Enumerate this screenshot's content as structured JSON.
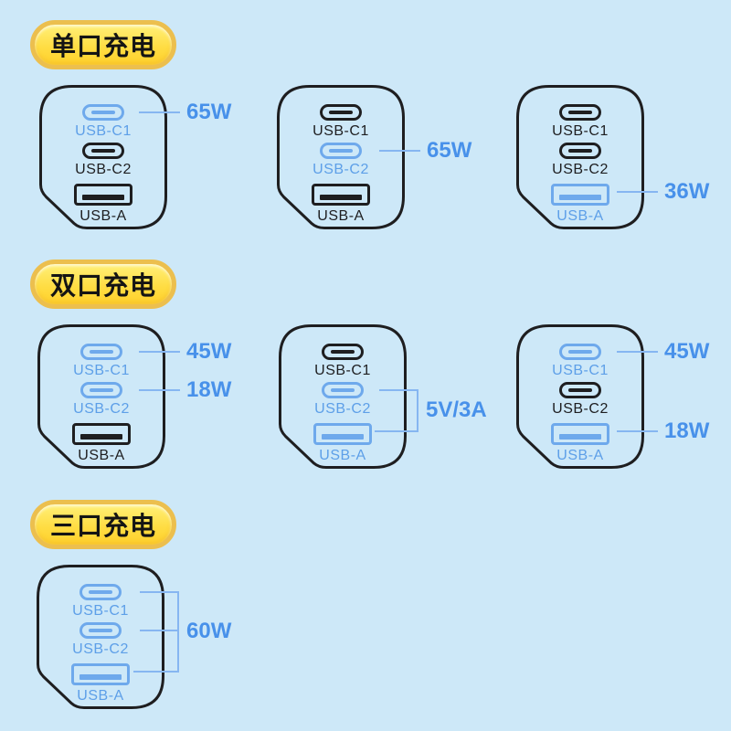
{
  "colors": {
    "background": "#cde8f8",
    "port_inactive": "#1e1e20",
    "port_active": "#6ea9ec",
    "active_label_blue": "#5d9fe8",
    "power_text_blue": "#4891ea",
    "callout_line_blue": "#86b6f1",
    "badge_border_gold": "#ecbf4e",
    "badge_fill_yellow": "#ffd733",
    "badge_text": "#141414",
    "charger_outline": "#1e1e20"
  },
  "sections": [
    {
      "badge_label": "单口充电",
      "chargers": [
        {
          "ports": [
            {
              "type": "usb-c",
              "label": "USB-C1",
              "highlighted": true,
              "power": "65W"
            },
            {
              "type": "usb-c",
              "label": "USB-C2",
              "highlighted": false
            },
            {
              "type": "usb-a",
              "label": "USB-A",
              "highlighted": false
            }
          ]
        },
        {
          "ports": [
            {
              "type": "usb-c",
              "label": "USB-C1",
              "highlighted": false
            },
            {
              "type": "usb-c",
              "label": "USB-C2",
              "highlighted": true,
              "power": "65W"
            },
            {
              "type": "usb-a",
              "label": "USB-A",
              "highlighted": false
            }
          ]
        },
        {
          "ports": [
            {
              "type": "usb-c",
              "label": "USB-C1",
              "highlighted": false
            },
            {
              "type": "usb-c",
              "label": "USB-C2",
              "highlighted": false
            },
            {
              "type": "usb-a",
              "label": "USB-A",
              "highlighted": true,
              "power": "36W"
            }
          ]
        }
      ]
    },
    {
      "badge_label": "双口充电",
      "chargers": [
        {
          "ports": [
            {
              "type": "usb-c",
              "label": "USB-C1",
              "highlighted": true,
              "power": "45W"
            },
            {
              "type": "usb-c",
              "label": "USB-C2",
              "highlighted": true,
              "power": "18W"
            },
            {
              "type": "usb-a",
              "label": "USB-A",
              "highlighted": false
            }
          ]
        },
        {
          "ports": [
            {
              "type": "usb-c",
              "label": "USB-C1",
              "highlighted": false
            },
            {
              "type": "usb-c",
              "label": "USB-C2",
              "highlighted": true
            },
            {
              "type": "usb-a",
              "label": "USB-A",
              "highlighted": true
            }
          ],
          "group_callout": {
            "label": "5V/3A",
            "applies_to": [
              "USB-C2",
              "USB-A"
            ]
          }
        },
        {
          "ports": [
            {
              "type": "usb-c",
              "label": "USB-C1",
              "highlighted": true,
              "power": "45W"
            },
            {
              "type": "usb-c",
              "label": "USB-C2",
              "highlighted": false
            },
            {
              "type": "usb-a",
              "label": "USB-A",
              "highlighted": true,
              "power": "18W"
            }
          ]
        }
      ]
    },
    {
      "badge_label": "三口充电",
      "chargers": [
        {
          "ports": [
            {
              "type": "usb-c",
              "label": "USB-C1",
              "highlighted": true
            },
            {
              "type": "usb-c",
              "label": "USB-C2",
              "highlighted": true
            },
            {
              "type": "usb-a",
              "label": "USB-A",
              "highlighted": true
            }
          ],
          "group_callout": {
            "label": "60W",
            "applies_to": [
              "USB-C1",
              "USB-C2",
              "USB-A"
            ]
          }
        }
      ]
    }
  ]
}
